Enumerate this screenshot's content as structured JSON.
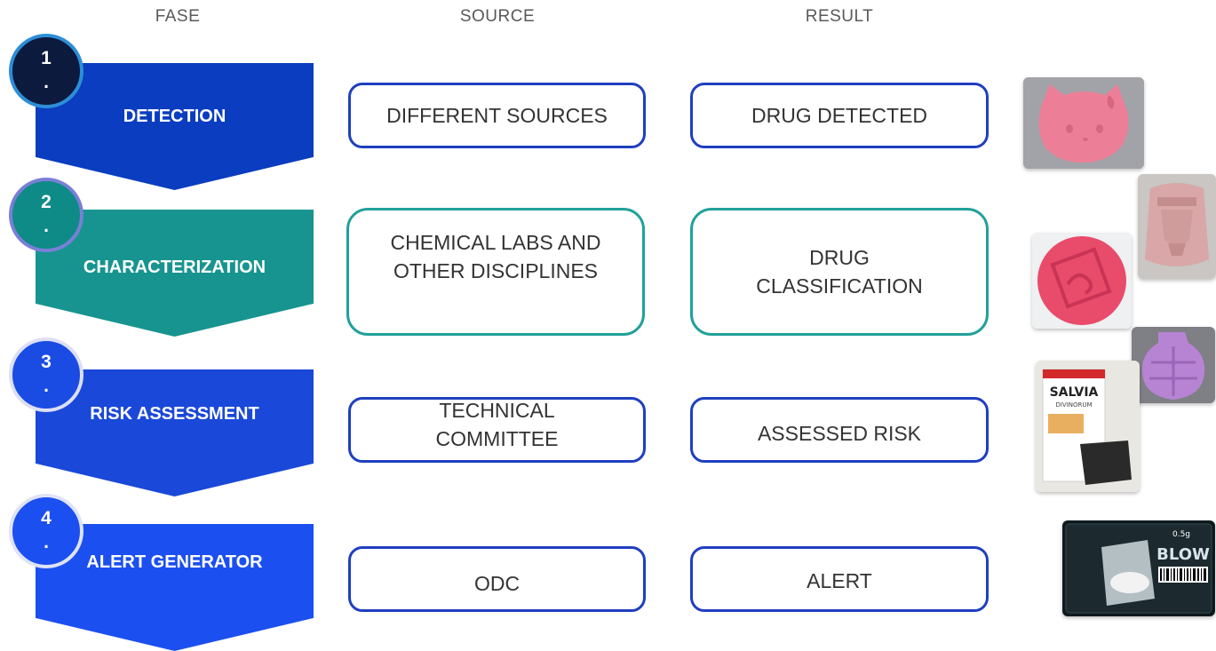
{
  "headers": {
    "fase": "FASE",
    "source": "SOURCE",
    "result": "RESULT"
  },
  "phases": [
    {
      "number": "1",
      "dot": ".",
      "label": "DETECTION",
      "source": "DIFFERENT SOURCES",
      "result": "DRUG DETECTED",
      "color": "#0a3dbf",
      "circle_color": "#0b1a3d",
      "circle_border": "#2d8ed8"
    },
    {
      "number": "2",
      "dot": ".",
      "label": "CHARACTERIZATION",
      "source": "CHEMICAL LABS AND OTHER DISCIPLINES",
      "result": "DRUG CLASSIFICATION",
      "color": "#17948f",
      "circle_color": "#0e8b87",
      "circle_border": "#7a7fd6"
    },
    {
      "number": "3",
      "dot": ".",
      "label": "RISK ASSESSMENT",
      "source": "TECHNICAL COMMITTEE",
      "result": "ASSESSED RISK",
      "color": "#1a48d9",
      "circle_color": "#1a4ce3",
      "circle_border": "#dcdff5"
    },
    {
      "number": "4",
      "dot": ".",
      "label": "ALERT GENERATOR",
      "source": "ODC",
      "result": "ALERT",
      "color": "#1c4ff0",
      "circle_color": "#1c4ff0",
      "circle_border": "#dfe3f7"
    }
  ],
  "images": [
    {
      "icon": "pink-cat-pill-photo"
    },
    {
      "icon": "pink-bust-pill-photo"
    },
    {
      "icon": "red-pill-photo"
    },
    {
      "icon": "purple-grenade-pill-photo"
    },
    {
      "icon": "salvia-packet-photo"
    },
    {
      "icon": "blow-packet-photo"
    }
  ],
  "photo_texts": {
    "salvia": "SALVIA",
    "salvia_sub": "DIVINORUM",
    "blow": "BLOW",
    "blow_weight": "0.5g"
  }
}
